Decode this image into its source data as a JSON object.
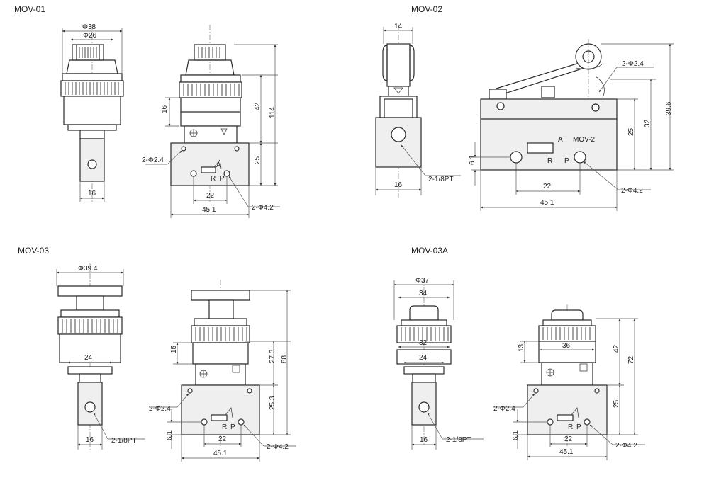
{
  "models": {
    "mov01": {
      "title": "MOV-01",
      "front": {
        "dia_outer": "Φ38",
        "dia_inner": "Φ26",
        "width_bottom": "16"
      },
      "side": {
        "h16": "16",
        "h42": "42",
        "h114": "114",
        "h25": "25",
        "w22": "22",
        "w451": "45.1",
        "hole_small": "2-Φ2.4",
        "hole_port": "2-Φ4.2",
        "port_a": "A",
        "port_r": "R",
        "port_p": "P"
      }
    },
    "mov02": {
      "title": "MOV-02",
      "front": {
        "w14": "14",
        "w16": "16",
        "thread": "2-1/8PT"
      },
      "side": {
        "hole_small": "2-Φ2.4",
        "h25": "25",
        "h32": "32",
        "h396": "39.6",
        "model_label": "MOV-2",
        "port_a": "A",
        "port_r": "R",
        "port_p": "P",
        "h61": "6.1",
        "w22": "22",
        "w451": "45.1",
        "hole_port": "2-Φ4.2"
      }
    },
    "mov03": {
      "title": "MOV-03",
      "front": {
        "dia": "Φ39.4",
        "w24": "24",
        "w16": "16",
        "thread": "2-1/8PT"
      },
      "side": {
        "h15": "15",
        "h273": "27.3",
        "h88": "88",
        "h253": "25.3",
        "h61": "6.1",
        "w22": "22",
        "w451": "45.1",
        "hole_small": "2-Φ2.4",
        "hole_port": "2-Φ4.2",
        "port_r": "R",
        "port_p": "P"
      }
    },
    "mov03a": {
      "title": "MOV-03A",
      "front": {
        "dia": "Φ37",
        "w34": "34",
        "w32": "32",
        "w24": "24",
        "w16": "16",
        "thread": "2-1/8PT"
      },
      "side": {
        "w36": "36",
        "h13": "13",
        "h42": "42",
        "h72": "72",
        "h25": "25",
        "h61": "6.1",
        "w22": "22",
        "w451": "45.1",
        "hole_small": "2-Φ2.4",
        "hole_port": "2-Φ4.2",
        "port_r": "R",
        "port_p": "P"
      }
    }
  }
}
